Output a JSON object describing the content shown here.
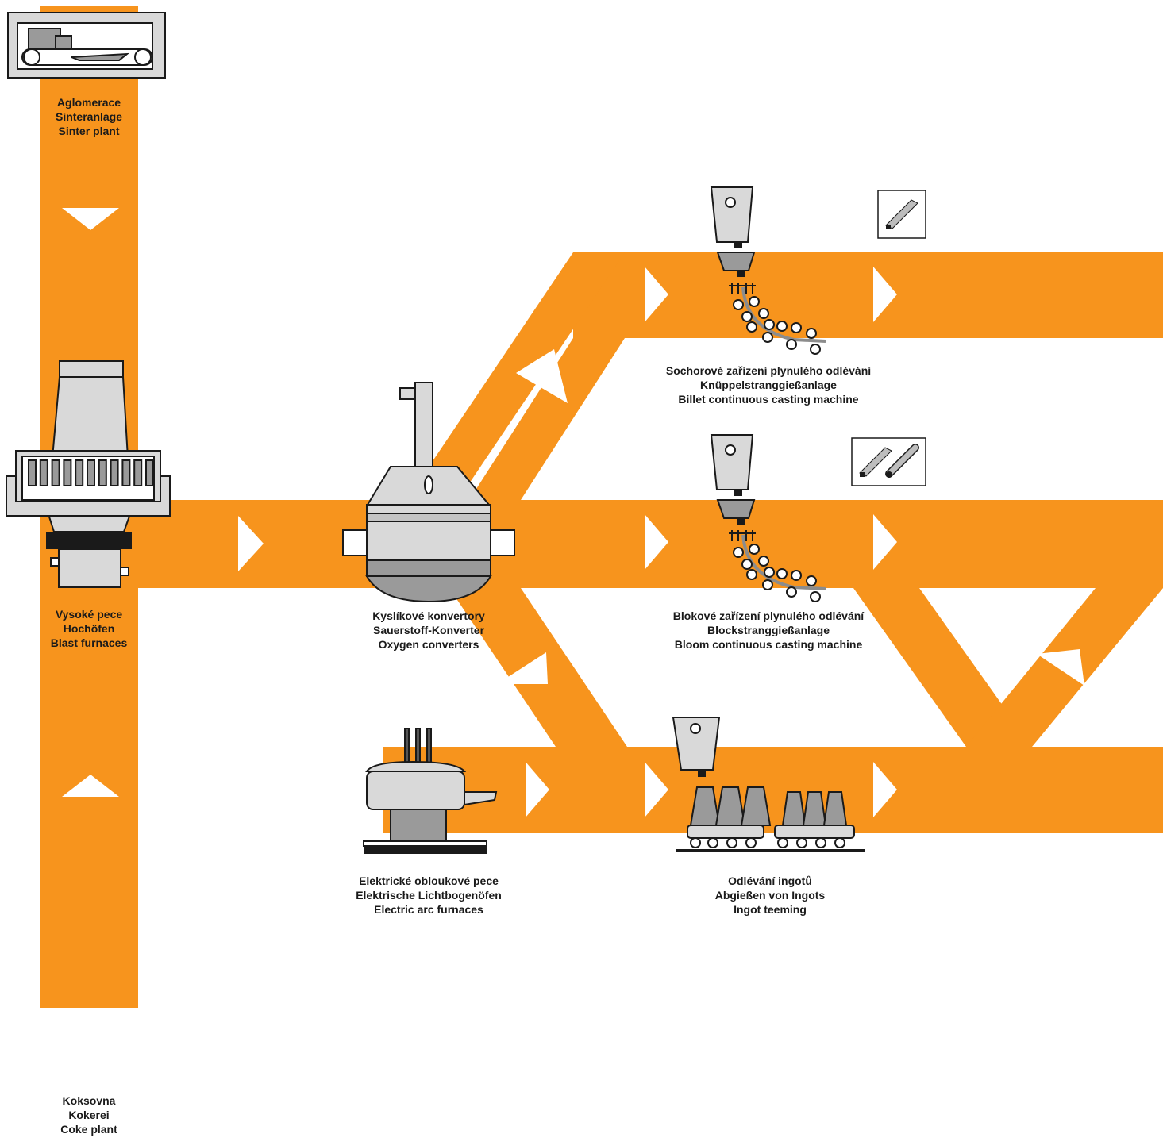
{
  "colors": {
    "flow": "#f7941d",
    "equipment_fill": "#d9d9d9",
    "equipment_dark": "#9a9a9a",
    "outline": "#1a1a1a",
    "arrow": "#ffffff",
    "text": "#1a1a1a"
  },
  "nodes": {
    "sinter": {
      "line1": "Aglomerace",
      "line2": "Sinteranlage",
      "line3": "Sinter plant",
      "icon": "sinter-plant-icon"
    },
    "blast": {
      "line1": "Vysoké pece",
      "line2": "Hochöfen",
      "line3": "Blast furnaces",
      "icon": "blast-furnace-icon"
    },
    "coke": {
      "line1": "Koksovna",
      "line2": "Kokerei",
      "line3": "Coke plant",
      "icon": "coke-oven-icon"
    },
    "oxygen": {
      "line1": "Kyslíkové konvertory",
      "line2": "Sauerstoff-Konverter",
      "line3": "Oxygen converters",
      "icon": "oxygen-converter-icon"
    },
    "arc": {
      "line1": "Elektrické obloukové pece",
      "line2": "Elektrische Lichtbogenöfen",
      "line3": "Electric arc furnaces",
      "icon": "electric-arc-furnace-icon"
    },
    "billet": {
      "line1": "Sochorové zařízení plynulého odlévání",
      "line2": "Knüppelstranggießanlage",
      "line3": "Billet continuous casting machine",
      "icon": "continuous-caster-icon"
    },
    "bloom": {
      "line1": "Blokové zařízení plynulého odlévání",
      "line2": "Blockstranggießanlage",
      "line3": "Bloom continuous casting machine",
      "icon": "continuous-caster-icon"
    },
    "ingot": {
      "line1": "Odlévání ingotů",
      "line2": "Abgießen von Ingots",
      "line3": "Ingot teeming",
      "icon": "ingot-mould-train-icon"
    }
  },
  "products": {
    "billet": [
      "square-billet-icon"
    ],
    "bloom": [
      "square-bloom-icon",
      "round-bloom-icon"
    ]
  }
}
